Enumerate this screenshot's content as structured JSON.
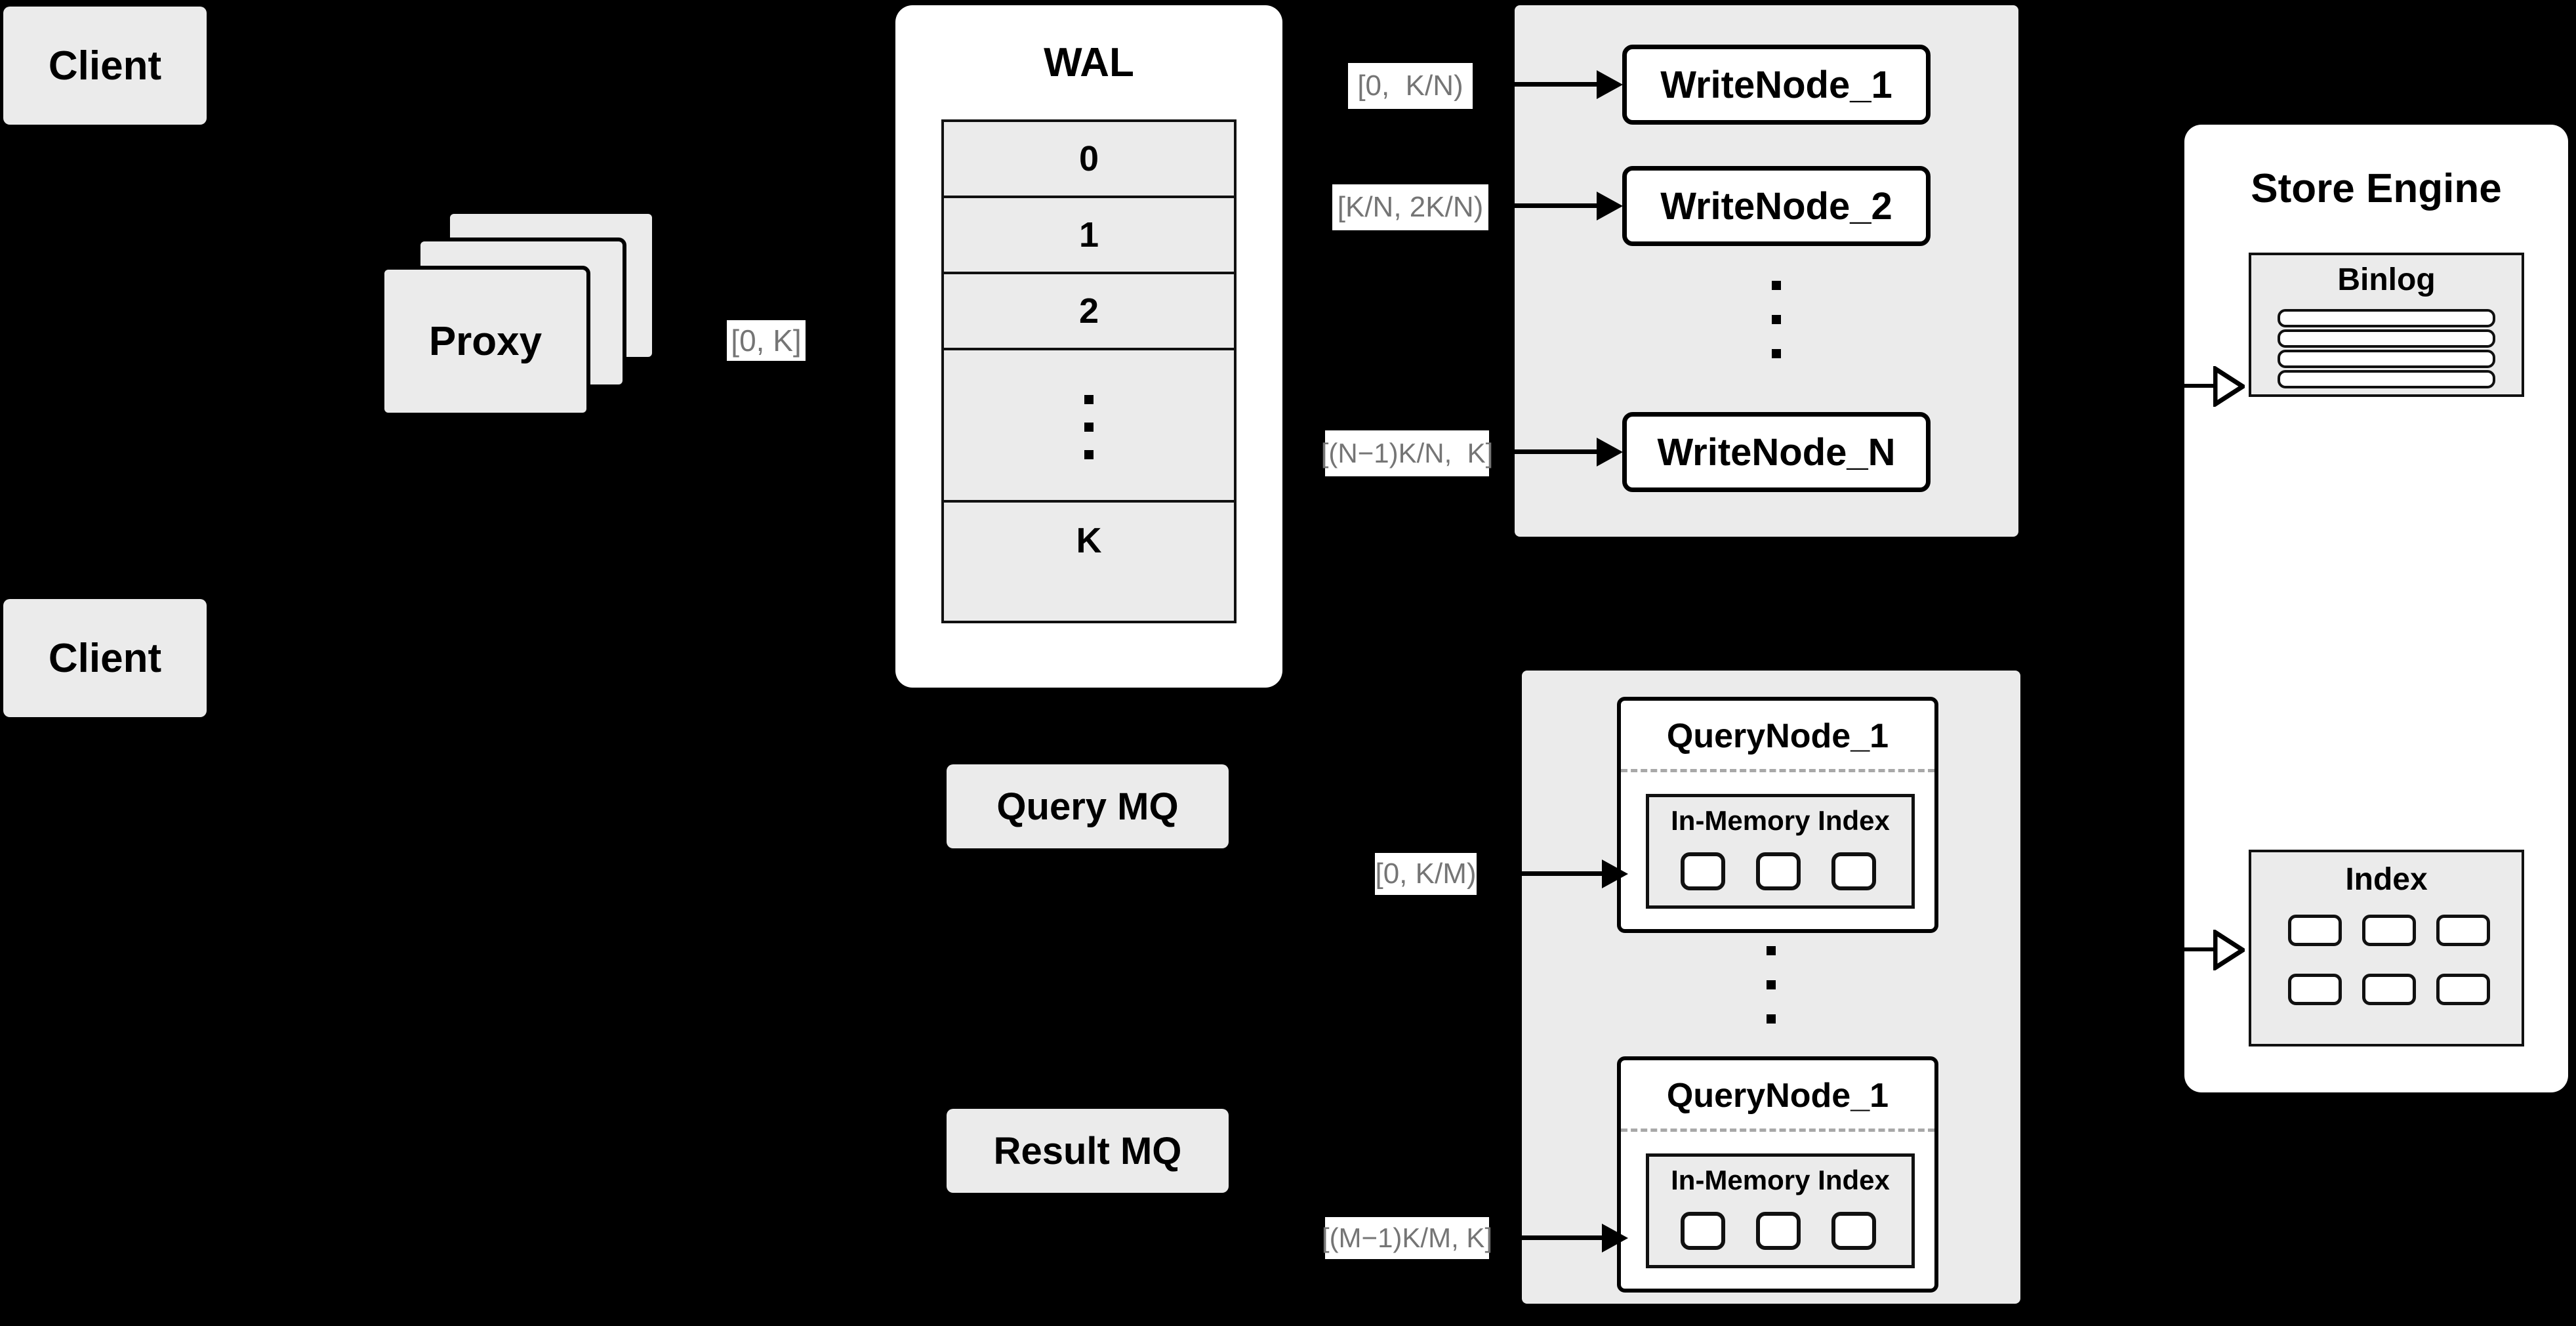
{
  "diagram": {
    "title": "Distributed vector database write/query architecture",
    "colors": {
      "background": "#000000",
      "gray_fill": "#ebebeb",
      "white_fill": "#ffffff",
      "stroke": "#000000",
      "label_text": "#757575",
      "dashed_rule": "#a8a8a8"
    }
  },
  "clients": [
    {
      "label": "Client"
    },
    {
      "label": "Client"
    }
  ],
  "proxy": {
    "label": "Proxy",
    "stack_count": 3
  },
  "wal": {
    "title": "WAL",
    "rows": [
      "0",
      "1",
      "2",
      "",
      "K"
    ],
    "ellipsis_row_index": 3,
    "ellipsis_dots": 3
  },
  "write_group": {
    "nodes": [
      {
        "label": "WriteNode_1"
      },
      {
        "label": "WriteNode_2"
      },
      {
        "label": "WriteNode_N"
      }
    ],
    "ellipsis_dots": 3
  },
  "query_group": {
    "nodes": [
      {
        "label": "QueryNode_1",
        "index_title": "In-Memory Index",
        "index_cells": 3
      },
      {
        "label": "QueryNode_1",
        "index_title": "In-Memory Index",
        "index_cells": 3
      }
    ],
    "ellipsis_dots": 3
  },
  "message_queues": [
    {
      "label": "Query MQ"
    },
    {
      "label": "Result MQ"
    }
  ],
  "store_engine": {
    "title": "Store Engine",
    "binlog": {
      "title": "Binlog",
      "rows": 4
    },
    "index": {
      "title": "Index",
      "cells": 6,
      "columns": 3,
      "rows": 2
    }
  },
  "range_labels": {
    "proxy_to_wal": "[0, K]",
    "write_node_1": "[0,  K/N)",
    "write_node_2": "[K/N, 2K/N)",
    "write_node_n": "[(N−1)K/N,  K]",
    "query_node_1": "[0, K/M)",
    "query_node_m": "[(M−1)K/M, K]"
  }
}
